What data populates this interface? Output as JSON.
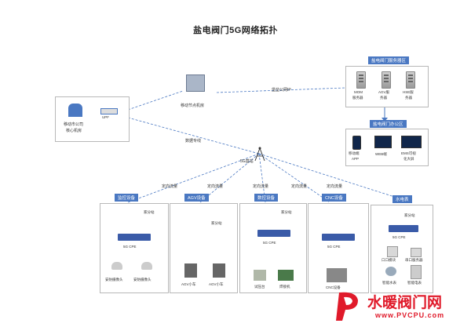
{
  "title": "盐电阀门5G网络拓扑",
  "core": {
    "line1": "移动市公司",
    "line2": "核心机房",
    "upf": "UPF"
  },
  "edge": {
    "label": "移动节点机房"
  },
  "links": {
    "private_net": "堡垒公网IP",
    "data_line": "数据专线",
    "bs": "5G基站"
  },
  "server_zone": {
    "title": "盐电阀门服务器区",
    "servers": [
      {
        "l1": "MOM",
        "l2": "服务器"
      },
      {
        "l1": "AGV服",
        "l2": "务器"
      },
      {
        "l1": "HSE服",
        "l2": "务器"
      }
    ]
  },
  "office_zone": {
    "title": "盐电阀门办公区",
    "terms": [
      {
        "l1": "移动端",
        "l2": "APP"
      },
      {
        "l1": "WEB端",
        "l2": ""
      },
      {
        "l1": "EMS可视",
        "l2": "化大屏"
      }
    ]
  },
  "flow_label": "定向流量",
  "groups": [
    {
      "title": "监控设备",
      "ap": "家分站",
      "cpe": "5G CPE",
      "devs": [
        "安防摄像头",
        "安防摄像头"
      ]
    },
    {
      "title": "AGV设备",
      "ap": "家分站",
      "cpe": "",
      "devs": [
        "AGV小车",
        "AGV小车"
      ]
    },
    {
      "title": "数控设备",
      "ap": "家分站",
      "cpe": "5G CPE",
      "devs": [
        "试压台",
        "焊接机"
      ]
    },
    {
      "title": "CNC设备",
      "ap": "家分站",
      "cpe": "5G CPE",
      "devs": [
        "CNC设备"
      ]
    },
    {
      "title": "水电表",
      "ap": "家分站",
      "cpe": "5G CPE",
      "devs": [
        "智能水表",
        "智能电表"
      ],
      "mods": [
        "口口模块",
        "串口服务器"
      ]
    }
  ],
  "watermark": {
    "brand": "水暖阀门网",
    "url": "www.PVCPU.com"
  }
}
